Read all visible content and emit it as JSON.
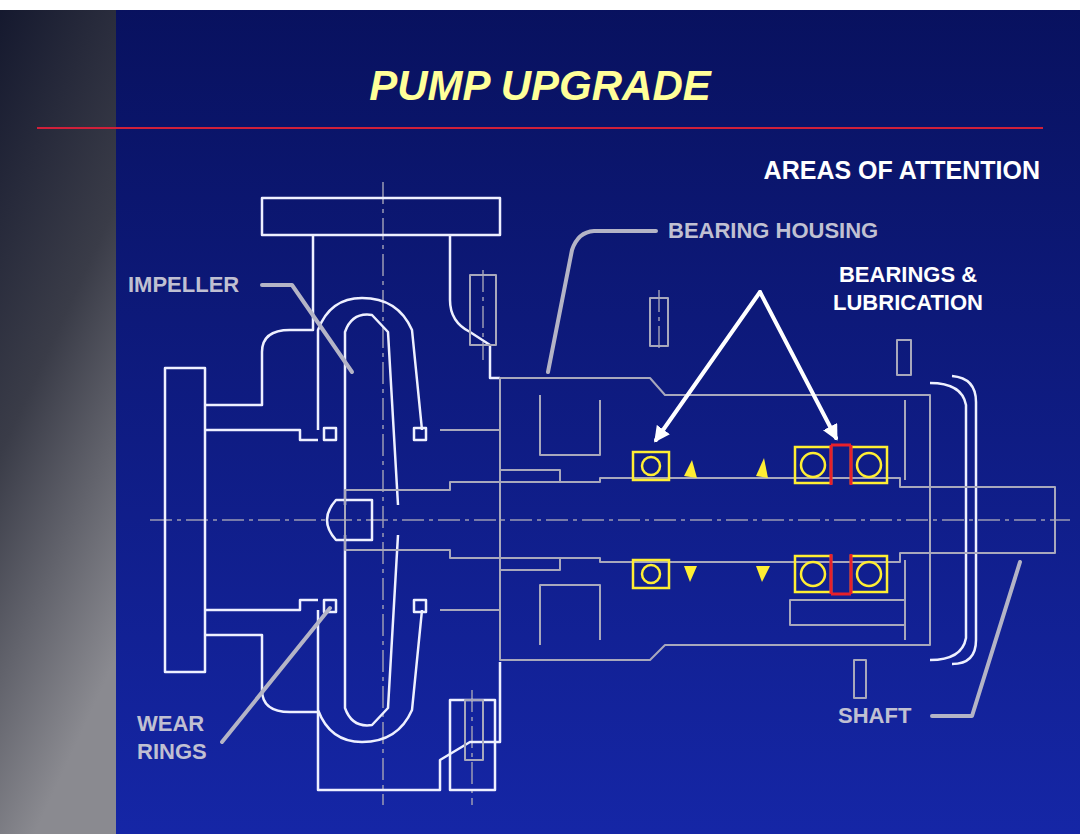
{
  "diagram": {
    "title": "PUMP UPGRADE",
    "labels": [
      "AREAS OF ATTENTION",
      "BEARING HOUSING",
      "BEARINGS & LUBRICATION",
      "IMPELLER",
      "WEAR RINGS",
      "SHAFT"
    ]
  }
}
